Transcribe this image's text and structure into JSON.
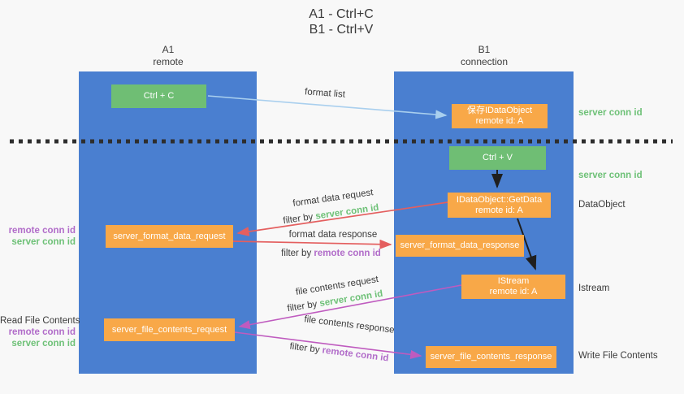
{
  "title": {
    "line1": "A1 - Ctrl+C",
    "line2": "B1 - Ctrl+V"
  },
  "lanes": {
    "a1": {
      "name": "A1",
      "subtitle": "remote"
    },
    "b1": {
      "name": "B1",
      "subtitle": "connection"
    }
  },
  "nodes": {
    "ctrl_c": {
      "label": "Ctrl + C"
    },
    "save_idataobject": {
      "line1": "保存IDataObject",
      "line2": "remote id: A"
    },
    "ctrl_v": {
      "label": "Ctrl + V"
    },
    "getdata": {
      "line1": "IDataObject::GetData",
      "line2": "remote id: A"
    },
    "server_format_data_request": {
      "label": "server_format_data_request"
    },
    "server_format_data_response": {
      "label": "server_format_data_response"
    },
    "istream": {
      "line1": "IStream",
      "line2": "remote id: A"
    },
    "server_file_contents_request": {
      "label": "server_file_contents_request"
    },
    "server_file_contents_response": {
      "label": "server_file_contents_response"
    }
  },
  "flow_labels": {
    "format_list": "format list",
    "format_data_request": "format data request",
    "format_data_response": "format data response",
    "file_contents_request": "file contents request",
    "file_contents_response": "file contents response",
    "filter_by": "filter by ",
    "server_conn_id": "server conn id",
    "remote_conn_id": "remote conn id"
  },
  "side_labels": {
    "right_server_conn_id_1": "server conn id",
    "right_server_conn_id_2": "server conn id",
    "dataobject": "DataObject",
    "istream": "Istream",
    "write_file_contents": "Write File Contents",
    "read_file_contents": "Read File Contents",
    "left_remote_conn_id_1": "remote conn id",
    "left_server_conn_id_1": "server conn id",
    "left_remote_conn_id_2": "remote conn id",
    "left_server_conn_id_2": "server conn id"
  },
  "colors": {
    "lane_blue": "#4a7fd0",
    "node_green": "#6fbe74",
    "node_orange": "#f8a848",
    "arrow_light_blue": "#a9cfee",
    "arrow_red": "#e45f5f",
    "arrow_magenta": "#bf5bbf",
    "arrow_black": "#1f1f1f",
    "dotted_line": "#2e2e2e",
    "label_green": "#6ec177",
    "label_purple": "#b16cc9"
  }
}
